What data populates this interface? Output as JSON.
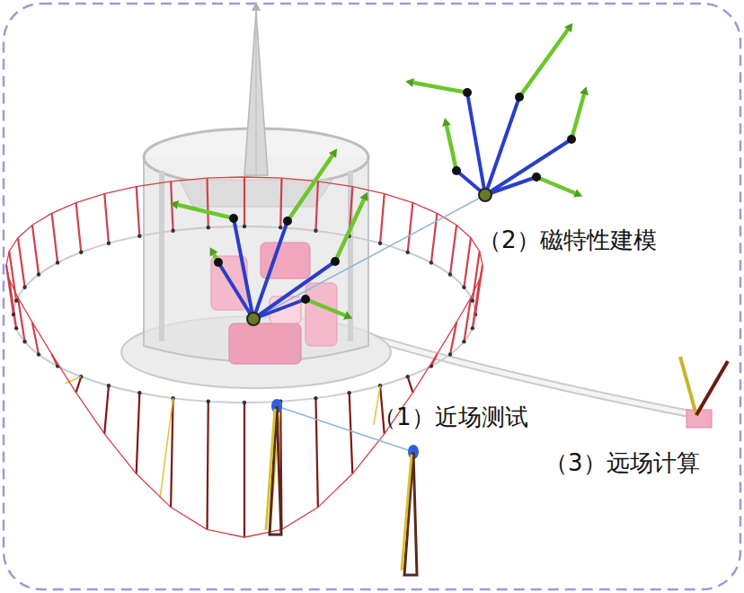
{
  "diagram": {
    "labels": [
      "（2）磁特性建模",
      "（1）近场测试",
      "（3）远场计算"
    ]
  }
}
